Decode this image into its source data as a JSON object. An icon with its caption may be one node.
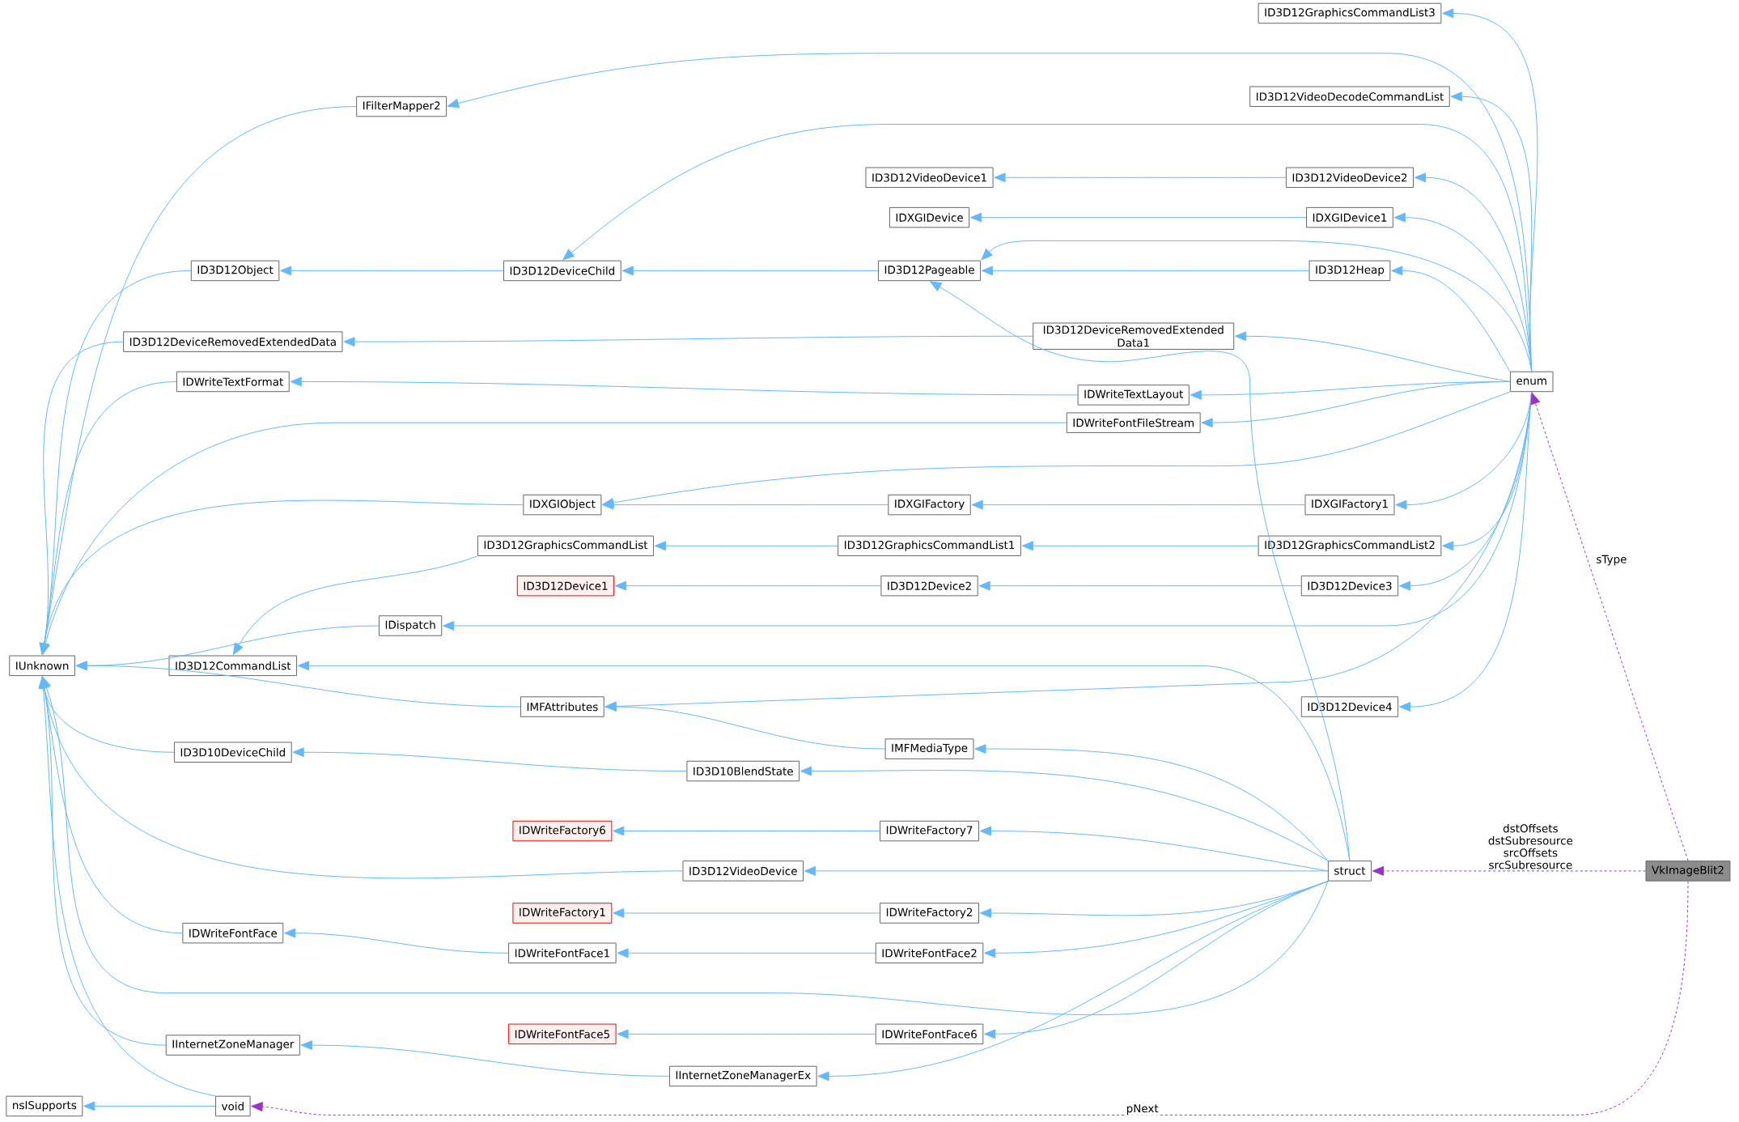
{
  "diagram": {
    "nodes": [
      {
        "text": [
          "IUnknown"
        ]
      },
      {
        "text": [
          "nsISupports"
        ]
      },
      {
        "text": [
          "void"
        ]
      },
      {
        "text": [
          "IFilterMapper2"
        ]
      },
      {
        "text": [
          "ID3D12Object"
        ]
      },
      {
        "text": [
          "ID3D12DeviceRemovedExtendedData"
        ]
      },
      {
        "text": [
          "IDWriteTextFormat"
        ]
      },
      {
        "text": [
          "IDXGIObject"
        ]
      },
      {
        "text": [
          "ID3D12GraphicsCommandList"
        ]
      },
      {
        "text": [
          "ID3D12Device1"
        ]
      },
      {
        "text": [
          "IDispatch"
        ]
      },
      {
        "text": [
          "ID3D12CommandList"
        ]
      },
      {
        "text": [
          "IMFAttributes"
        ]
      },
      {
        "text": [
          "ID3D10DeviceChild"
        ]
      },
      {
        "text": [
          "ID3D10BlendState"
        ]
      },
      {
        "text": [
          "IDWriteFactory6"
        ]
      },
      {
        "text": [
          "ID3D12VideoDevice"
        ]
      },
      {
        "text": [
          "IDWriteFontFace"
        ]
      },
      {
        "text": [
          "IDWriteFactory1"
        ]
      },
      {
        "text": [
          "IDWriteFontFace1"
        ]
      },
      {
        "text": [
          "IInternetZoneManager"
        ]
      },
      {
        "text": [
          "IDWriteFontFace5"
        ]
      },
      {
        "text": [
          "IInternetZoneManagerEx"
        ]
      },
      {
        "text": [
          "ID3D12DeviceChild"
        ]
      },
      {
        "text": [
          "ID3D12VideoDevice1"
        ]
      },
      {
        "text": [
          "IDXGIDevice"
        ]
      },
      {
        "text": [
          "ID3D12Pageable"
        ]
      },
      {
        "text": [
          "ID3D12DeviceRemovedExtended Data1"
        ]
      },
      {
        "text": [
          "IDWriteTextLayout"
        ]
      },
      {
        "text": [
          "IDWriteFontFileStream"
        ]
      },
      {
        "text": [
          "IDXGIFactory"
        ]
      },
      {
        "text": [
          "ID3D12GraphicsCommandList1"
        ]
      },
      {
        "text": [
          "ID3D12Device2"
        ]
      },
      {
        "text": [
          "IMFMediaType"
        ]
      },
      {
        "text": [
          "IDWriteFactory7"
        ]
      },
      {
        "text": [
          "IDWriteFactory2"
        ]
      },
      {
        "text": [
          "IDWriteFontFace2"
        ]
      },
      {
        "text": [
          "IDWriteFontFace6"
        ]
      },
      {
        "text": [
          "ID3D12GraphicsCommandList3"
        ]
      },
      {
        "text": [
          "ID3D12VideoDecodeCommandList"
        ]
      },
      {
        "text": [
          "ID3D12VideoDevice2"
        ]
      },
      {
        "text": [
          "IDXGIDevice1"
        ]
      },
      {
        "text": [
          "ID3D12Heap"
        ]
      },
      {
        "text": [
          "IDXGIFactory1"
        ]
      },
      {
        "text": [
          "ID3D12GraphicsCommandList2"
        ]
      },
      {
        "text": [
          "ID3D12Device3"
        ]
      },
      {
        "text": [
          "ID3D12Device4"
        ]
      },
      {
        "text": [
          "enum"
        ]
      },
      {
        "text": [
          "struct"
        ]
      },
      {
        "text": [
          "VkImageBlit2"
        ]
      }
    ],
    "edges": [
      {
        "from": 3,
        "to": 0,
        "arrow": "to"
      },
      {
        "from": 4,
        "to": 0,
        "arrow": "to"
      },
      {
        "from": 5,
        "to": 0,
        "arrow": "to"
      },
      {
        "from": 6,
        "to": 0,
        "arrow": "to"
      },
      {
        "from": 29,
        "to": 0,
        "arrow": "to"
      },
      {
        "from": 7,
        "to": 0,
        "arrow": "to"
      },
      {
        "from": 10,
        "to": 0,
        "arrow": "to"
      },
      {
        "from": 12,
        "to": 0,
        "arrow": "to"
      },
      {
        "from": 13,
        "to": 0,
        "arrow": "to"
      },
      {
        "from": 16,
        "to": 0,
        "arrow": "to"
      },
      {
        "from": 17,
        "to": 0,
        "arrow": "to"
      },
      {
        "from": 48,
        "to": 0,
        "arrow": "to"
      },
      {
        "from": 20,
        "to": 0,
        "arrow": "to"
      },
      {
        "from": 2,
        "to": 0,
        "arrow": "to"
      },
      {
        "from": 2,
        "to": 1,
        "arrow": "to"
      },
      {
        "from": 23,
        "to": 4,
        "arrow": "to"
      },
      {
        "from": 27,
        "to": 5,
        "arrow": "to"
      },
      {
        "from": 28,
        "to": 6,
        "arrow": "to"
      },
      {
        "from": 8,
        "to": 11,
        "arrow": "to"
      },
      {
        "from": 48,
        "to": 11,
        "arrow": "to"
      },
      {
        "from": 14,
        "to": 13,
        "arrow": "to"
      },
      {
        "from": 33,
        "to": 12,
        "arrow": "to"
      },
      {
        "from": 19,
        "to": 17,
        "arrow": "to"
      },
      {
        "from": 22,
        "to": 20,
        "arrow": "to"
      },
      {
        "from": 26,
        "to": 23,
        "arrow": "to"
      },
      {
        "from": 47,
        "to": 23,
        "arrow": "to"
      },
      {
        "from": 47,
        "to": 3,
        "arrow": "to"
      },
      {
        "from": 40,
        "to": 24,
        "arrow": "to"
      },
      {
        "from": 41,
        "to": 25,
        "arrow": "to"
      },
      {
        "from": 42,
        "to": 26,
        "arrow": "to"
      },
      {
        "from": 47,
        "to": 26,
        "arrow": "to"
      },
      {
        "from": 48,
        "to": 26,
        "arrow": "to"
      },
      {
        "from": 30,
        "to": 7,
        "arrow": "to"
      },
      {
        "from": 47,
        "to": 7,
        "arrow": "to"
      },
      {
        "from": 31,
        "to": 8,
        "arrow": "to"
      },
      {
        "from": 32,
        "to": 9,
        "arrow": "to"
      },
      {
        "from": 34,
        "to": 15,
        "arrow": "to"
      },
      {
        "from": 35,
        "to": 18,
        "arrow": "to"
      },
      {
        "from": 36,
        "to": 19,
        "arrow": "to"
      },
      {
        "from": 37,
        "to": 21,
        "arrow": "to"
      },
      {
        "from": 43,
        "to": 30,
        "arrow": "to"
      },
      {
        "from": 44,
        "to": 31,
        "arrow": "to"
      },
      {
        "from": 45,
        "to": 32,
        "arrow": "to"
      },
      {
        "from": 47,
        "to": 10,
        "arrow": "to"
      },
      {
        "from": 47,
        "to": 12,
        "arrow": "to"
      },
      {
        "from": 48,
        "to": 33,
        "arrow": "to"
      },
      {
        "from": 48,
        "to": 14,
        "arrow": "to"
      },
      {
        "from": 48,
        "to": 34,
        "arrow": "to"
      },
      {
        "from": 48,
        "to": 16,
        "arrow": "to"
      },
      {
        "from": 48,
        "to": 35,
        "arrow": "to"
      },
      {
        "from": 48,
        "to": 36,
        "arrow": "to"
      },
      {
        "from": 48,
        "to": 37,
        "arrow": "to"
      },
      {
        "from": 48,
        "to": 22,
        "arrow": "to"
      },
      {
        "from": 47,
        "to": 38,
        "arrow": "to"
      },
      {
        "from": 47,
        "to": 39,
        "arrow": "to"
      },
      {
        "from": 47,
        "to": 40,
        "arrow": "to"
      },
      {
        "from": 47,
        "to": 41,
        "arrow": "to"
      },
      {
        "from": 47,
        "to": 42,
        "arrow": "to"
      },
      {
        "from": 47,
        "to": 27,
        "arrow": "to"
      },
      {
        "from": 47,
        "to": 28,
        "arrow": "to"
      },
      {
        "from": 47,
        "to": 29,
        "arrow": "to"
      },
      {
        "from": 47,
        "to": 43,
        "arrow": "to"
      },
      {
        "from": 47,
        "to": 44,
        "arrow": "to"
      },
      {
        "from": 47,
        "to": 45,
        "arrow": "to"
      },
      {
        "from": 47,
        "to": 46,
        "arrow": "to"
      },
      {
        "from": 49,
        "to": 47,
        "arrow": "to",
        "label": "sType",
        "style": "dashed",
        "color": "#9a32cd"
      },
      {
        "from": 49,
        "to": 48,
        "arrow": "to",
        "label": "dstOffsets dstSubresource srcOffsets srcSubresource",
        "style": "dashed",
        "color": "#9a32cd"
      },
      {
        "from": 49,
        "to": 2,
        "arrow": "to",
        "label": "pNext",
        "style": "dashed",
        "color": "#9a32cd"
      }
    ]
  }
}
